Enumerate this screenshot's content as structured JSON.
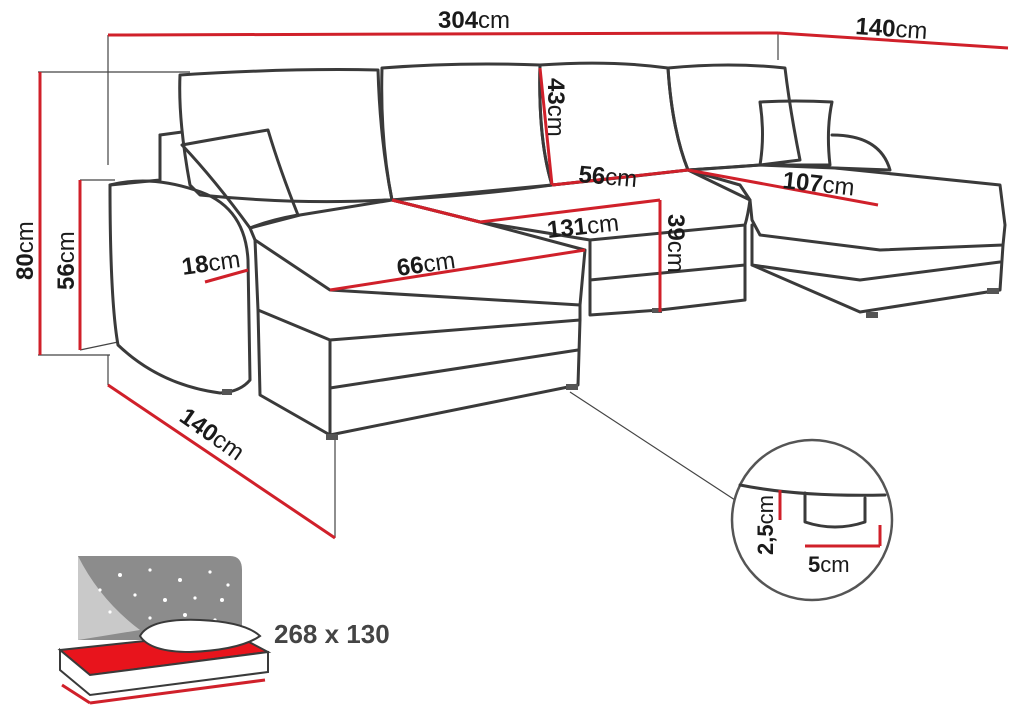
{
  "dimensions": {
    "total_width": {
      "value": "304",
      "unit": "cm"
    },
    "right_depth": {
      "value": "140",
      "unit": "cm"
    },
    "total_height": {
      "value": "80",
      "unit": "cm"
    },
    "armrest_height": {
      "value": "56",
      "unit": "cm"
    },
    "back_height": {
      "value": "43",
      "unit": "cm"
    },
    "back_depth": {
      "value": "56",
      "unit": "cm"
    },
    "chaise_width": {
      "value": "107",
      "unit": "cm"
    },
    "armrest_width": {
      "value": "18",
      "unit": "cm"
    },
    "seat_depth": {
      "value": "66",
      "unit": "cm"
    },
    "seat_width": {
      "value": "131",
      "unit": "cm"
    },
    "seat_height": {
      "value": "39",
      "unit": "cm"
    },
    "left_depth": {
      "value": "140",
      "unit": "cm"
    },
    "leg_height": {
      "value": "2,5",
      "unit": "cm"
    },
    "leg_width": {
      "value": "5",
      "unit": "cm"
    }
  },
  "sleeping_area": "268 x 130",
  "colors": {
    "outline": "#3a3a3a",
    "dimension_line": "#d0202a",
    "bed_fill": "#e8141c",
    "night_sky": "#8c8c8c"
  }
}
